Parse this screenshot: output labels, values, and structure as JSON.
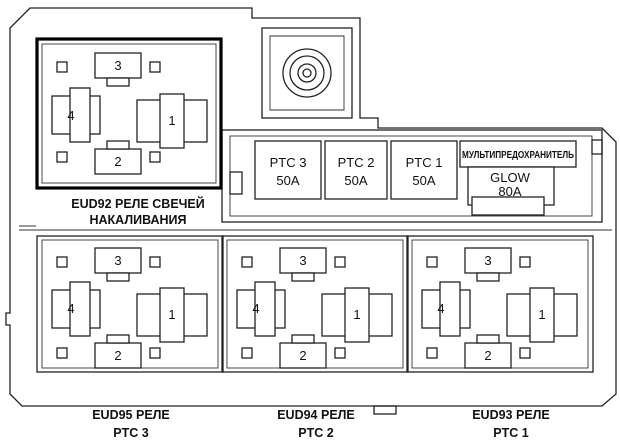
{
  "relays": [
    {
      "id": "eud92",
      "label_line1": "EUD92 РЕЛЕ СВЕЧЕЙ",
      "label_line2": "НАКАЛИВАНИЯ",
      "pins": [
        "1",
        "2",
        "3",
        "4"
      ]
    },
    {
      "id": "eud95",
      "label_line1": "EUD95 РЕЛЕ",
      "label_line2": "PTC 3",
      "pins": [
        "1",
        "2",
        "3",
        "4"
      ]
    },
    {
      "id": "eud94",
      "label_line1": "EUD94 РЕЛЕ",
      "label_line2": "PTC 2",
      "pins": [
        "1",
        "2",
        "3",
        "4"
      ]
    },
    {
      "id": "eud93",
      "label_line1": "EUD93 РЕЛЕ",
      "label_line2": "PTC 1",
      "pins": [
        "1",
        "2",
        "3",
        "4"
      ]
    }
  ],
  "fuses": [
    {
      "id": "ptc3",
      "name": "PTC 3",
      "rating": "50A"
    },
    {
      "id": "ptc2",
      "name": "PTC 2",
      "rating": "50A"
    },
    {
      "id": "ptc1",
      "name": "PTC 1",
      "rating": "50A"
    }
  ],
  "multifuse": {
    "title": "МУЛЬТИПРЕДОХРАНИТЕЛЬ",
    "name": "GLOW",
    "rating": "80A"
  }
}
